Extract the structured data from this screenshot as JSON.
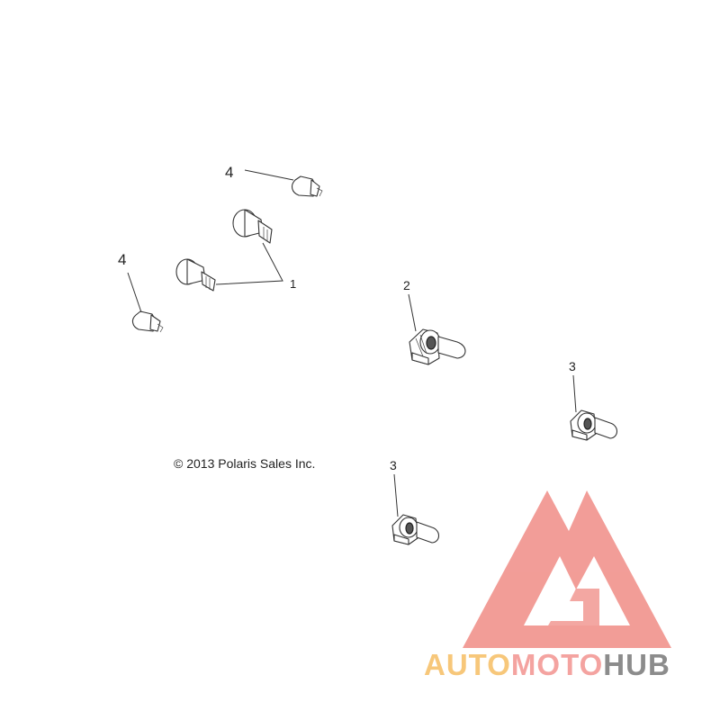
{
  "callouts": [
    "1",
    "2",
    "3",
    "3",
    "4",
    "4"
  ],
  "copyright": "© 2013 Polaris Sales Inc.",
  "watermark": {
    "parts": [
      "AUTO",
      "MOTO",
      "HUB"
    ],
    "colors": [
      "#f7c77a",
      "#f4a3a0",
      "#8c8c8c"
    ],
    "logo_color": "#f08c86"
  }
}
